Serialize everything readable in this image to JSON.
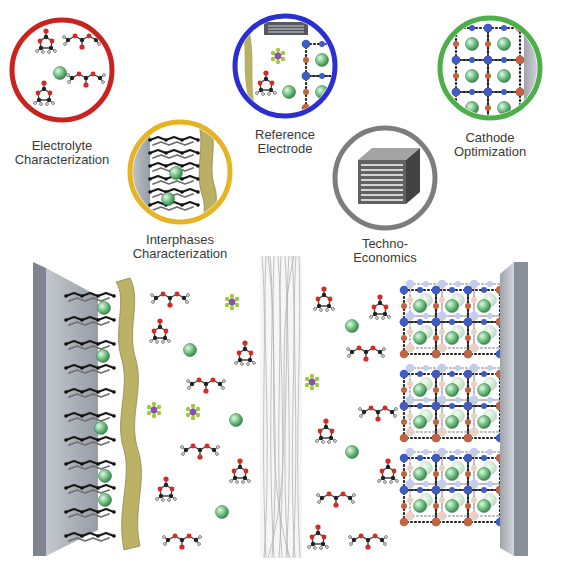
{
  "diagram": {
    "nodes": [
      {
        "text": [
          "Electrolyte Characterization"
        ]
      },
      {
        "text": [
          "Reference Electrode"
        ]
      },
      {
        "text": [
          "Cathode Optimization"
        ]
      },
      {
        "text": [
          "Interphases Characterization"
        ]
      },
      {
        "text": [
          "Techno-Economics"
        ]
      }
    ]
  }
}
